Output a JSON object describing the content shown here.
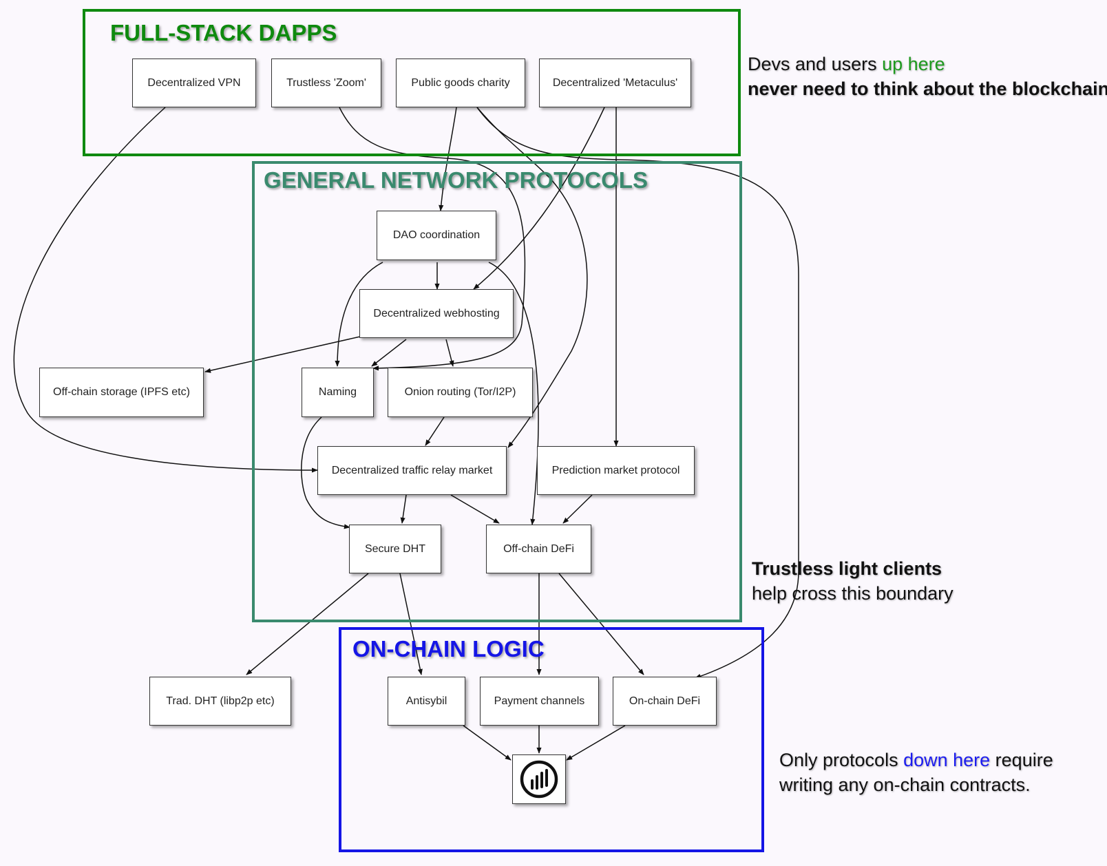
{
  "regions": {
    "dapps": {
      "title": "FULL-STACK DAPPS",
      "color": "#0f8a0f"
    },
    "general": {
      "title": "GENERAL NETWORK PROTOCOLS",
      "color": "#3a8a6e"
    },
    "onchain": {
      "title": "ON-CHAIN LOGIC",
      "color": "#1515e6"
    }
  },
  "nodes": {
    "vpn": "Decentralized VPN",
    "zoom": "Trustless 'Zoom'",
    "charity": "Public goods charity",
    "metaculus": "Decentralized 'Metaculus'",
    "dao": "DAO coordination",
    "webhosting": "Decentralized webhosting",
    "storage": "Off-chain storage (IPFS etc)",
    "naming": "Naming",
    "onion": "Onion routing (Tor/I2P)",
    "relay": "Decentralized traffic relay market",
    "prediction": "Prediction market protocol",
    "dht": "Secure DHT",
    "offdefi": "Off-chain DeFi",
    "tradht": "Trad. DHT (libp2p etc)",
    "antisybil": "Antisybil",
    "payment": "Payment channels",
    "ondefi": "On-chain DeFi"
  },
  "logo_icon": "ethereum-logo-icon",
  "notes": {
    "top": {
      "line1_a": "Devs and users ",
      "line1_b": "up here",
      "line2": "never need to think about the blockchain"
    },
    "middle": {
      "line1": "Trustless light clients",
      "line2": "help cross this boundary"
    },
    "bottom": {
      "line1_a": "Only protocols ",
      "line1_b": "down here",
      "line1_c": " require",
      "line2": "writing any on-chain contracts."
    }
  }
}
